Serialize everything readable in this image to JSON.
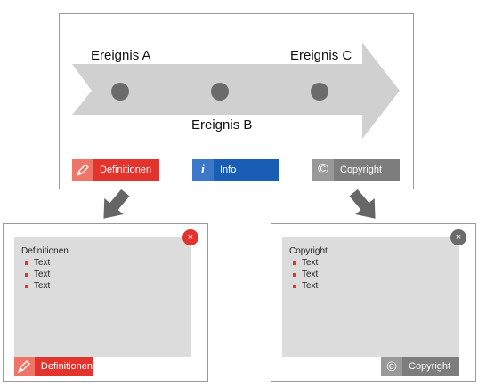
{
  "timeline": {
    "events": [
      {
        "label": "Ereignis A"
      },
      {
        "label": "Ereignis B"
      },
      {
        "label": "Ereignis C"
      }
    ]
  },
  "buttons": {
    "definitions": {
      "label": "Definitionen",
      "icon": "pencil-icon"
    },
    "info": {
      "label": "Info",
      "icon": "info-icon",
      "glyph": "i"
    },
    "copyright": {
      "label": "Copyright",
      "icon": "copyright-icon",
      "glyph": "©"
    }
  },
  "popups": {
    "definitions": {
      "title": "Definitionen",
      "items": [
        "Text",
        "Text",
        "Text"
      ],
      "close": "×",
      "button_label": "Definitionen"
    },
    "copyright": {
      "title": "Copyright",
      "items": [
        "Text",
        "Text",
        "Text"
      ],
      "close": "×",
      "button_label": "Copyright",
      "button_glyph": "©"
    }
  },
  "colors": {
    "red": "#e2332c",
    "blue": "#1a5db5",
    "grey": "#7d7d7d",
    "arrow": "#d0d0d0",
    "dot": "#6b6b6b",
    "connector": "#666666"
  }
}
